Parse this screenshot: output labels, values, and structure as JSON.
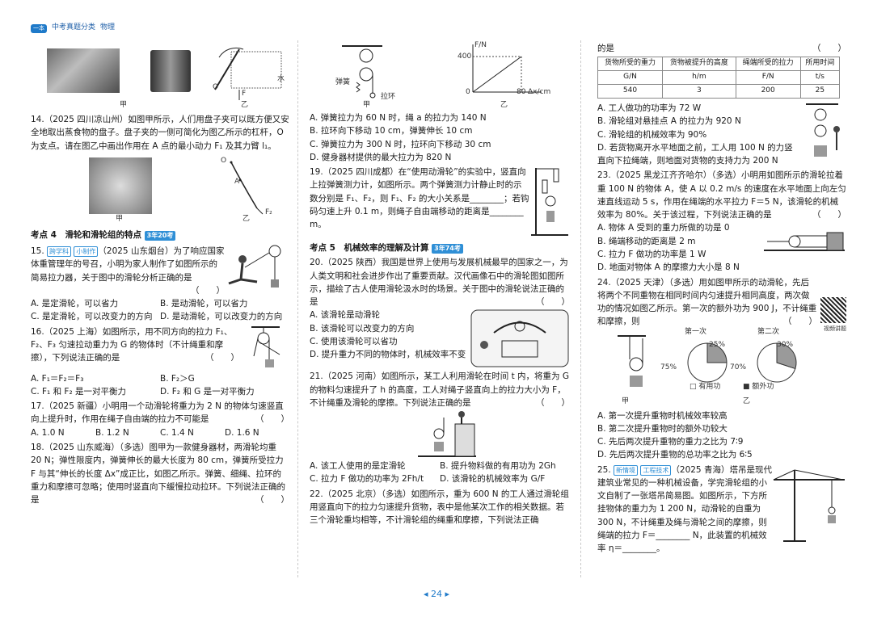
{
  "header": {
    "logo": "一本",
    "series": "中考真题分类",
    "subject": "物理"
  },
  "page_number": "24",
  "col1": {
    "top_fig": {
      "label_jia": "甲",
      "label_yi": "乙",
      "o": "O",
      "f": "F",
      "water": "水"
    },
    "q14": {
      "text": "14.（2025 四川凉山州）如图甲所示，人们用盘子夹可以既方便又安全地取出蒸食物的盘子。盘子夹的一侧可简化为图乙所示的杠杆，O 为支点。请在图乙中画出作用在 A 点的最小动力 F₁ 及其力臂 l₁。",
      "fig": {
        "o": "O",
        "a": "A",
        "f2": "F₂",
        "jia": "甲",
        "yi": "乙"
      }
    },
    "kd4": {
      "title": "考点 4　滑轮和滑轮组的特点",
      "badge": "3年20考"
    },
    "q15": {
      "tag": "跨学科",
      "tag2": "小制作",
      "text": "（2025 山东烟台）为了响应国家体重管理年的号召，小明为家人制作了如图所示的简易拉力器，关于图中的滑轮分析正确的是",
      "paren": "（　　）",
      "opts": [
        "A. 是定滑轮，可以省力",
        "B. 是动滑轮，可以省力",
        "C. 是定滑轮，可以改变力的方向",
        "D. 是动滑轮，可以改变力的方向"
      ]
    },
    "q16": {
      "text": "16.（2025 上海）如图所示，用不同方向的拉力 F₁、F₂、F₃ 匀速拉动重力为 G 的物体时（不计绳重和摩擦），下列说法正确的是",
      "paren": "（　　）",
      "opts": [
        "A. F₁＝F₂＝F₃",
        "B. F₂＞G",
        "C. F₁ 和 F₂ 是一对平衡力",
        "D. F₂ 和 G 是一对平衡力"
      ]
    },
    "q17": {
      "text": "17.（2025 新疆）小明用一个动滑轮将重力为 2 N 的物体匀速竖直向上提升时，作用在绳子自由端的拉力不可能是",
      "paren": "（　　）",
      "opts": [
        "A. 1.0 N",
        "B. 1.2 N",
        "C. 1.4 N",
        "D. 1.6 N"
      ]
    },
    "q18": {
      "text": "18.（2025 山东威海）（多选）图甲为一款健身器材，两滑轮均重 20 N；弹性限度内，弹簧伸长的最大长度为 80 cm，弹簧所受拉力 F 与其“伸长的长度 Δx”成正比，如图乙所示。弹簧、细绳、拉环的重力和摩擦可忽略；使用时竖直向下缓慢拉动拉环。下列说法正确的是",
      "paren": "（　　）"
    }
  },
  "col2": {
    "top_fig": {
      "spring": "弹簧",
      "ring": "拉环",
      "jia": "甲",
      "yi": "乙",
      "ylabel": "F/N",
      "xlabel": "Δx/cm",
      "y400": "400",
      "x80": "80",
      "zero": "0"
    },
    "q18_opts": [
      "A. 弹簧拉力为 60 N 时，绳 a 的拉力为 140 N",
      "B. 拉环向下移动 10 cm，弹簧伸长 10 cm",
      "C. 弹簧拉力为 300 N 时，拉环向下移动 30 cm",
      "D. 健身器材提供的最大拉力为 820 N"
    ],
    "q19": {
      "text": "19.（2025 四川成都）在“使用动滑轮”的实验中，竖直向上拉弹簧测力计，如图所示。两个弹簧测力计静止时的示数分别是 F₁、F₂，则 F₁、F₂ 的大小关系是________；若钩码匀速上升 0.1 m，则绳子自由端移动的距离是________ m。"
    },
    "kd5": {
      "title": "考点 5　机械效率的理解及计算",
      "badge": "3年74考"
    },
    "q20": {
      "text": "20.（2025 陕西）我国是世界上使用与发展机械最早的国家之一，为人类文明和社会进步作出了重要贡献。汉代画像石中的滑轮图如图所示，描绘了古人使用滑轮汲水时的场景。关于图中的滑轮说法正确的是",
      "paren": "（　　）",
      "opts": [
        "A. 该滑轮是动滑轮",
        "B. 该滑轮可以改变力的方向",
        "C. 使用该滑轮可以省功",
        "D. 提升重力不同的物体时，机械效率不变"
      ]
    },
    "q21": {
      "text": "21.（2025 河南）如图所示，某工人利用滑轮在时间 t 内，将重为 G 的物料匀速提升了 h 的高度，工人对绳子竖直向上的拉力大小为 F，不计绳重及滑轮的摩擦。下列说法正确的是",
      "paren": "（　　）",
      "opts": [
        "A. 该工人使用的是定滑轮",
        "B. 提升物料做的有用功为 2Gh",
        "C. 拉力 F 做功的功率为 2Fh/t",
        "D. 该滑轮的机械效率为 G/F"
      ]
    },
    "q22": {
      "text": "22.（2025 北京）（多选）如图所示，重为 600 N 的工人通过滑轮组用竖直向下的拉力匀速提升货物，表中是他某次工作的相关数据。若三个滑轮重均相等，不计滑轮组的绳重和摩擦，下列说法正确"
    }
  },
  "col3": {
    "q22_cont": "的是",
    "q22_paren": "（　　）",
    "table": {
      "headers": [
        "货物所受的重力",
        "货物被提升的高度",
        "绳端所受的拉力",
        "所用时间"
      ],
      "units": [
        "G/N",
        "h/m",
        "F/N",
        "t/s"
      ],
      "values": [
        "540",
        "3",
        "200",
        "25"
      ]
    },
    "q22_opts": [
      "A. 工人做功的功率为 72 W",
      "B. 滑轮组对悬挂点 A 的拉力为 920 N",
      "C. 滑轮组的机械效率为 90%",
      "D. 若货物离开水平地面之前，工人用 100 N 的力竖直向下拉绳端，则地面对货物的支持力为 200 N"
    ],
    "q23": {
      "text": "23.（2025 黑龙江齐齐哈尔）（多选）小明用如图所示的滑轮拉着重 100 N 的物体 A，使 A 以 0.2 m/s 的速度在水平地面上向左匀速直线运动 5 s，作用在绳端的水平拉力 F＝5 N，该滑轮的机械效率为 80%。关于该过程，下列说法正确的是",
      "paren": "（　　）",
      "opts": [
        "A. 物体 A 受到的重力所做的功是 0",
        "B. 绳端移动的距离是 2 m",
        "C. 拉力 F 做功的功率是 1 W",
        "D. 地面对物体 A 的摩擦力大小是 8 N"
      ]
    },
    "q24": {
      "text": "24.（2025 天津）（多选）用如图甲所示的动滑轮，先后将两个不同重物在相同时间内匀速提升相同高度，两次做功的情况如图乙所示。第一次的额外功为 900 J，不计绳重和摩擦，则",
      "paren": "（　　）",
      "qr_label": "视频讲题",
      "chart": {
        "first": "第一次",
        "second": "第二次",
        "p1": "25%",
        "p2": "75%",
        "p3": "30%",
        "p4": "70%",
        "legend_useful": "有用功",
        "legend_extra": "额外功",
        "jia": "甲",
        "yi": "乙"
      },
      "opts": [
        "A. 第一次提升重物时机械效率较高",
        "B. 第二次提升重物时的额外功较大",
        "C. 先后两次提升重物的重力之比为 7∶9",
        "D. 先后两次提升重物的总功率之比为 6∶5"
      ]
    },
    "q25": {
      "tag": "新情境",
      "tag2": "工程技术",
      "text": "（2025 青海）塔吊是现代建筑业常见的一种机械设备，学完滑轮组的小文自制了一张塔吊简易图。如图所示，下方所挂物体的重力为 1 200 N，动滑轮的自重为 300 N，不计绳重及绳与滑轮之间的摩擦，则绳端的拉力 F＝________ N，此装置的机械效率 η＝________。"
    }
  },
  "chart_data": [
    {
      "type": "pie",
      "title": "第一次",
      "categories": [
        "有用功",
        "额外功"
      ],
      "values": [
        75,
        25
      ]
    },
    {
      "type": "pie",
      "title": "第二次",
      "categories": [
        "有用功",
        "额外功"
      ],
      "values": [
        70,
        30
      ]
    }
  ]
}
